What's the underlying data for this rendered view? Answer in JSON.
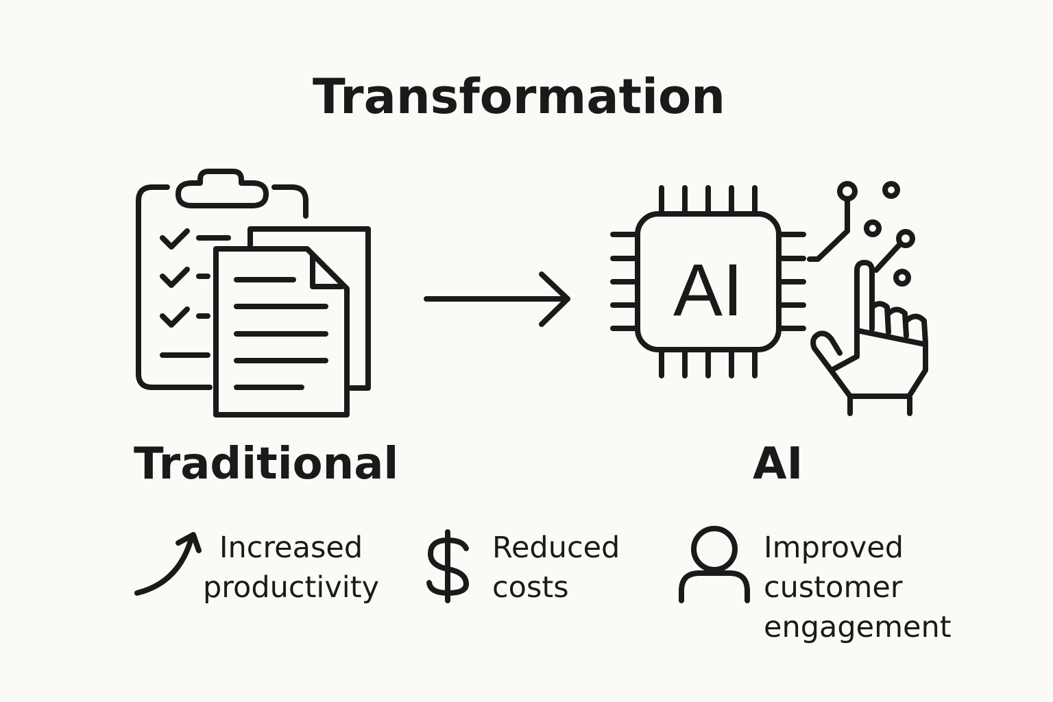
{
  "title": "Transformation",
  "left": {
    "label": "Traditional",
    "icon": "clipboard-documents-icon"
  },
  "right": {
    "label": "AI",
    "icon": "ai-chip-hand-icon",
    "chip_text": "AI"
  },
  "benefits": [
    {
      "icon": "trend-up-arrow-icon",
      "lines": [
        "Increased",
        "productivity"
      ]
    },
    {
      "icon": "dollar-icon",
      "lines": [
        "Reduced",
        "costs"
      ]
    },
    {
      "icon": "person-icon",
      "lines": [
        "Improved",
        "customer",
        "engagement"
      ]
    }
  ],
  "colors": {
    "background": "#fbfaf6",
    "ink": "#1a1a1a"
  }
}
